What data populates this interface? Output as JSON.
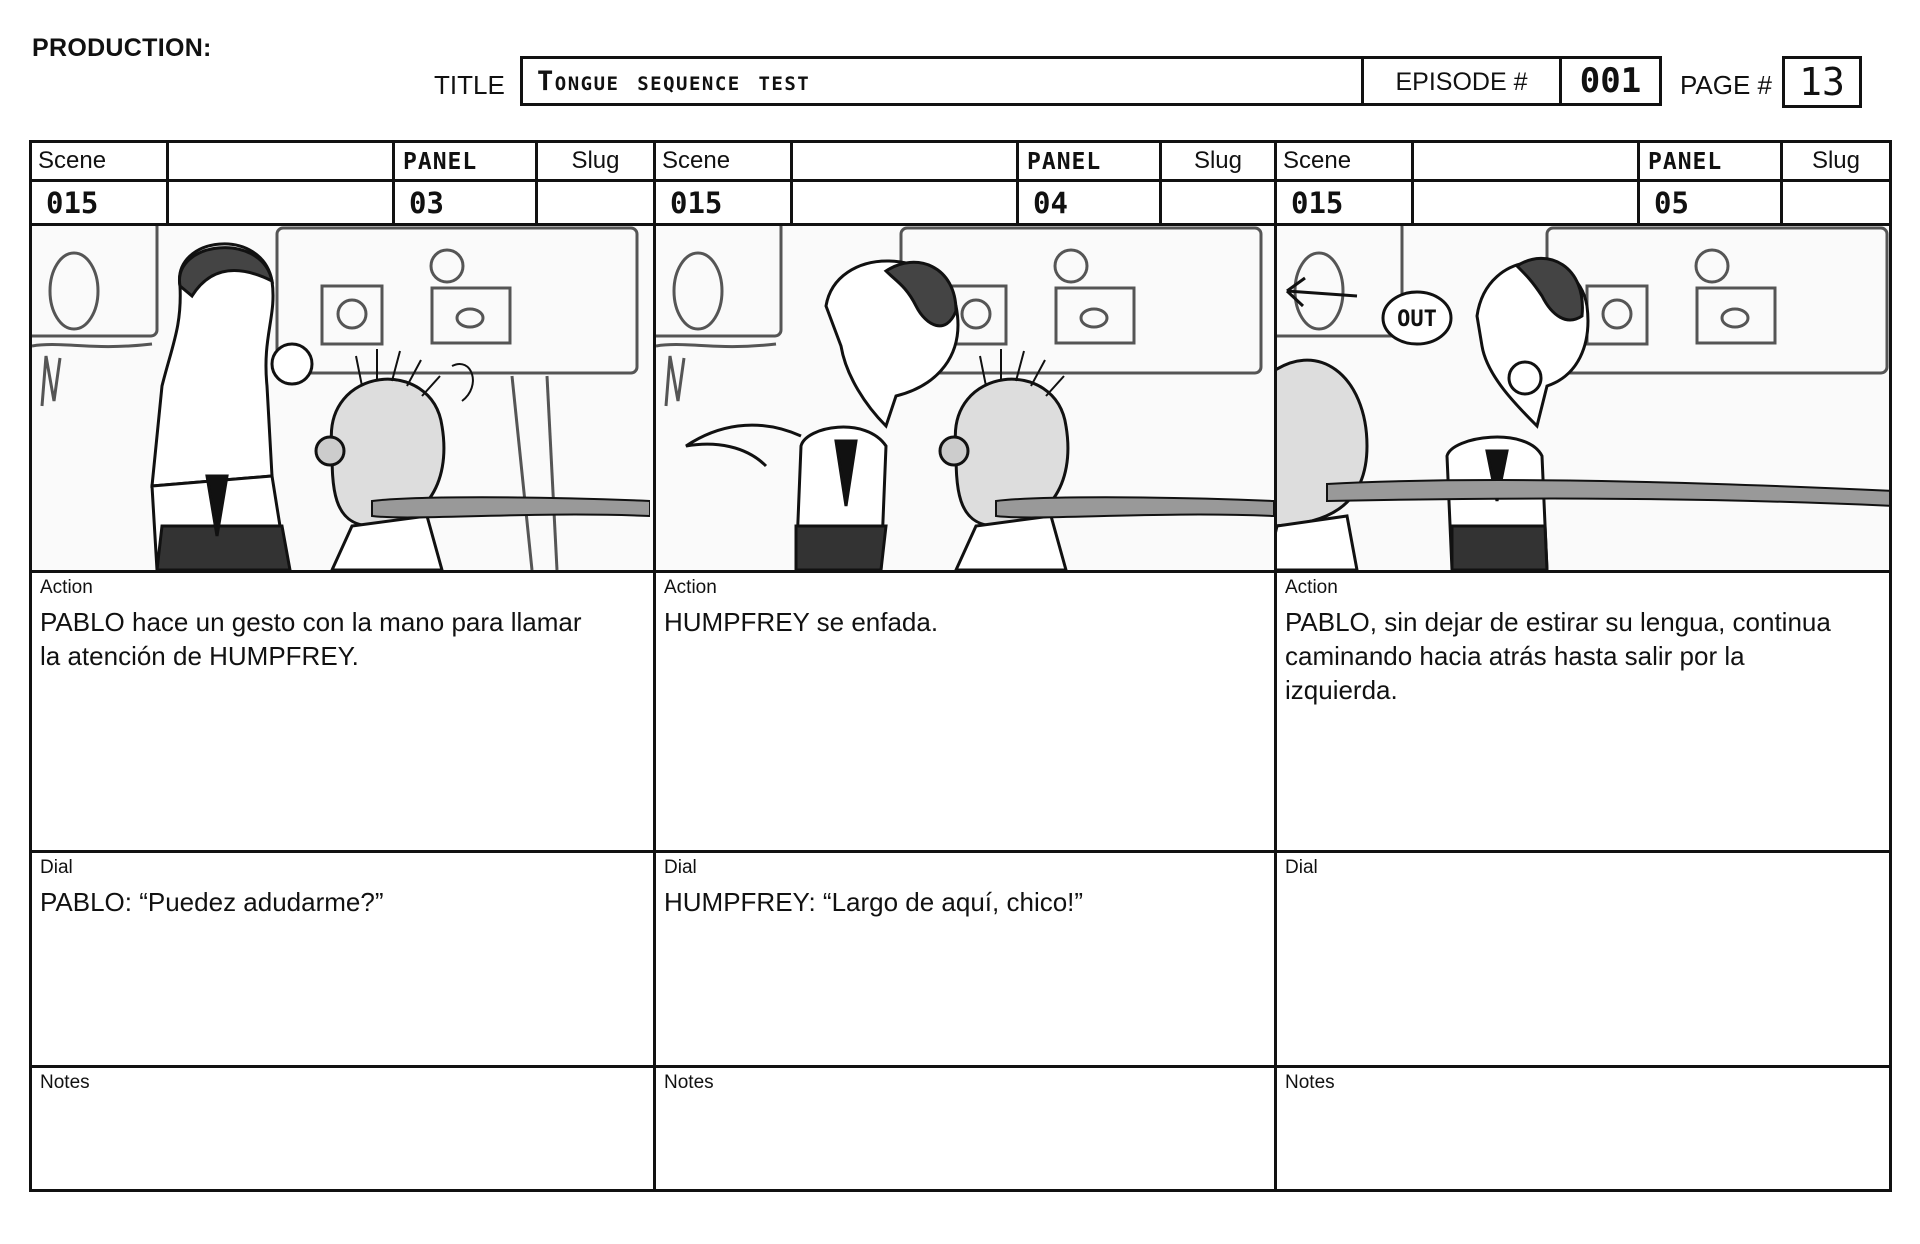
{
  "header": {
    "production_label": "PRODUCTION:",
    "title_label": "TITLE",
    "title_value": "Tongue sequence test",
    "episode_label": "EPISODE #",
    "episode_value": "001",
    "page_label": "PAGE #",
    "page_value": "13"
  },
  "columns": {
    "scene_label": "Scene",
    "panel_label": "PANEL",
    "slug_label": "Slug",
    "action_label": "Action",
    "dial_label": "Dial",
    "notes_label": "Notes"
  },
  "panels": [
    {
      "scene": "015",
      "panel": "03",
      "action": "PABLO hace un gesto con la mano para llamar\nla atención de HUMPFREY.",
      "dial": "PABLO: “Puedez adudarme?”",
      "notes": ""
    },
    {
      "scene": "015",
      "panel": "04",
      "action": "HUMPFREY se enfada.",
      "dial": "HUMPFREY: “Largo de aquí, chico!”",
      "notes": ""
    },
    {
      "scene": "015",
      "panel": "05",
      "action": "PABLO, sin dejar de estirar su lengua, continua\ncaminando hacia atrás hasta salir por la\nizquierda.",
      "dial": "",
      "notes": "",
      "drawing_note": "OUT"
    }
  ]
}
